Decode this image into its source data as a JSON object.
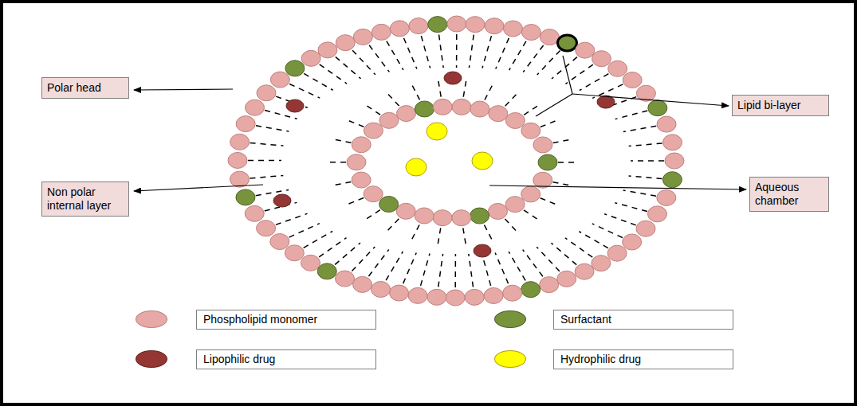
{
  "diagram": {
    "nodes": [
      {
        "text": [
          "Polar head"
        ]
      },
      {
        "text": [
          "Lipid bi-layer"
        ]
      },
      {
        "text": [
          "Aqueous chamber"
        ]
      },
      {
        "text": [
          "Non polar internal layer"
        ]
      }
    ],
    "legend": [
      {
        "text": "Phospholipid monomer",
        "color": "#e6a9a6"
      },
      {
        "text": "Surfactant",
        "color": "#77933c"
      },
      {
        "text": "Lipophilic drug",
        "color": "#943634"
      },
      {
        "text": "Hydrophilic drug",
        "color": "#ffff00"
      }
    ]
  }
}
